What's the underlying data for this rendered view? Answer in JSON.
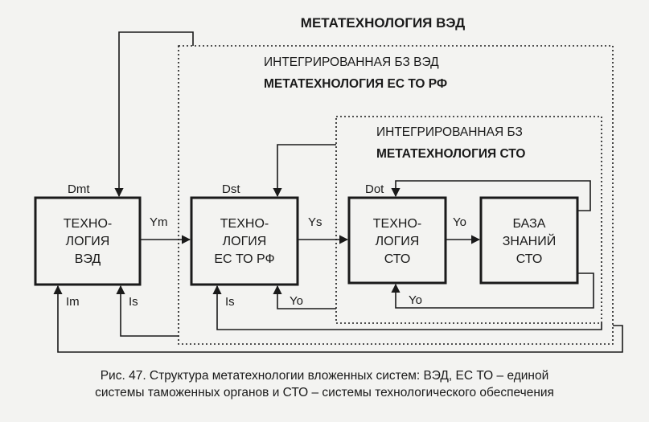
{
  "title": "МЕТАТЕХНОЛОГИЯ ВЭД",
  "middle_frame": {
    "kb_label": "ИНТЕГРИРОВАННАЯ БЗ ВЭД",
    "title": "МЕТАТЕХНОЛОГИЯ ЕС ТО РФ"
  },
  "inner_frame": {
    "kb_label": "ИНТЕГРИРОВАННАЯ БЗ",
    "title": "МЕТАТЕХНОЛОГИЯ СТО"
  },
  "blocks": {
    "ved": [
      "ТЕХНО-",
      "ЛОГИЯ",
      "ВЭД"
    ],
    "esto": [
      "ТЕХНО-",
      "ЛОГИЯ",
      "ЕС ТО РФ"
    ],
    "sto": [
      "ТЕХНО-",
      "ЛОГИЯ",
      "СТО"
    ],
    "kb": [
      "БАЗА",
      "ЗНАНИЙ",
      "СТО"
    ]
  },
  "signals": {
    "dmt": "Dmt",
    "dst": "Dst",
    "dot": "Dot",
    "ym": "Ym",
    "ys": "Ys",
    "yo_top": "Yo",
    "im": "Im",
    "is_1": "Is",
    "is_2": "Is",
    "yo_1": "Yo",
    "yo_2": "Yo"
  },
  "caption": {
    "line1": "Рис. 47. Структура метатехнологии вложенных систем: ВЭД, ЕС ТО – единой",
    "line2": "системы таможенных органов и СТО – системы технологического обеспечения"
  }
}
